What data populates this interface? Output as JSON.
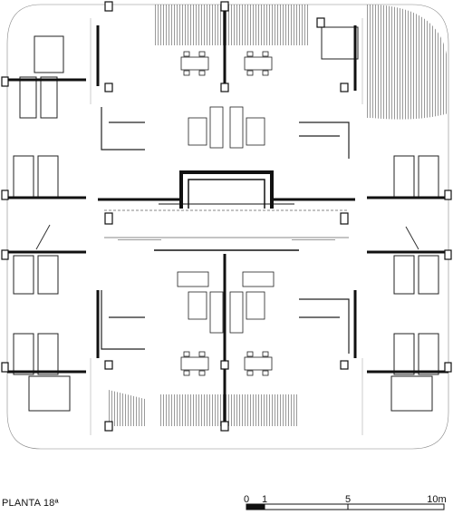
{
  "caption": "PLANTA 18ª",
  "scale_bar": {
    "ticks": [
      "0",
      "1",
      "5",
      "10m"
    ]
  }
}
